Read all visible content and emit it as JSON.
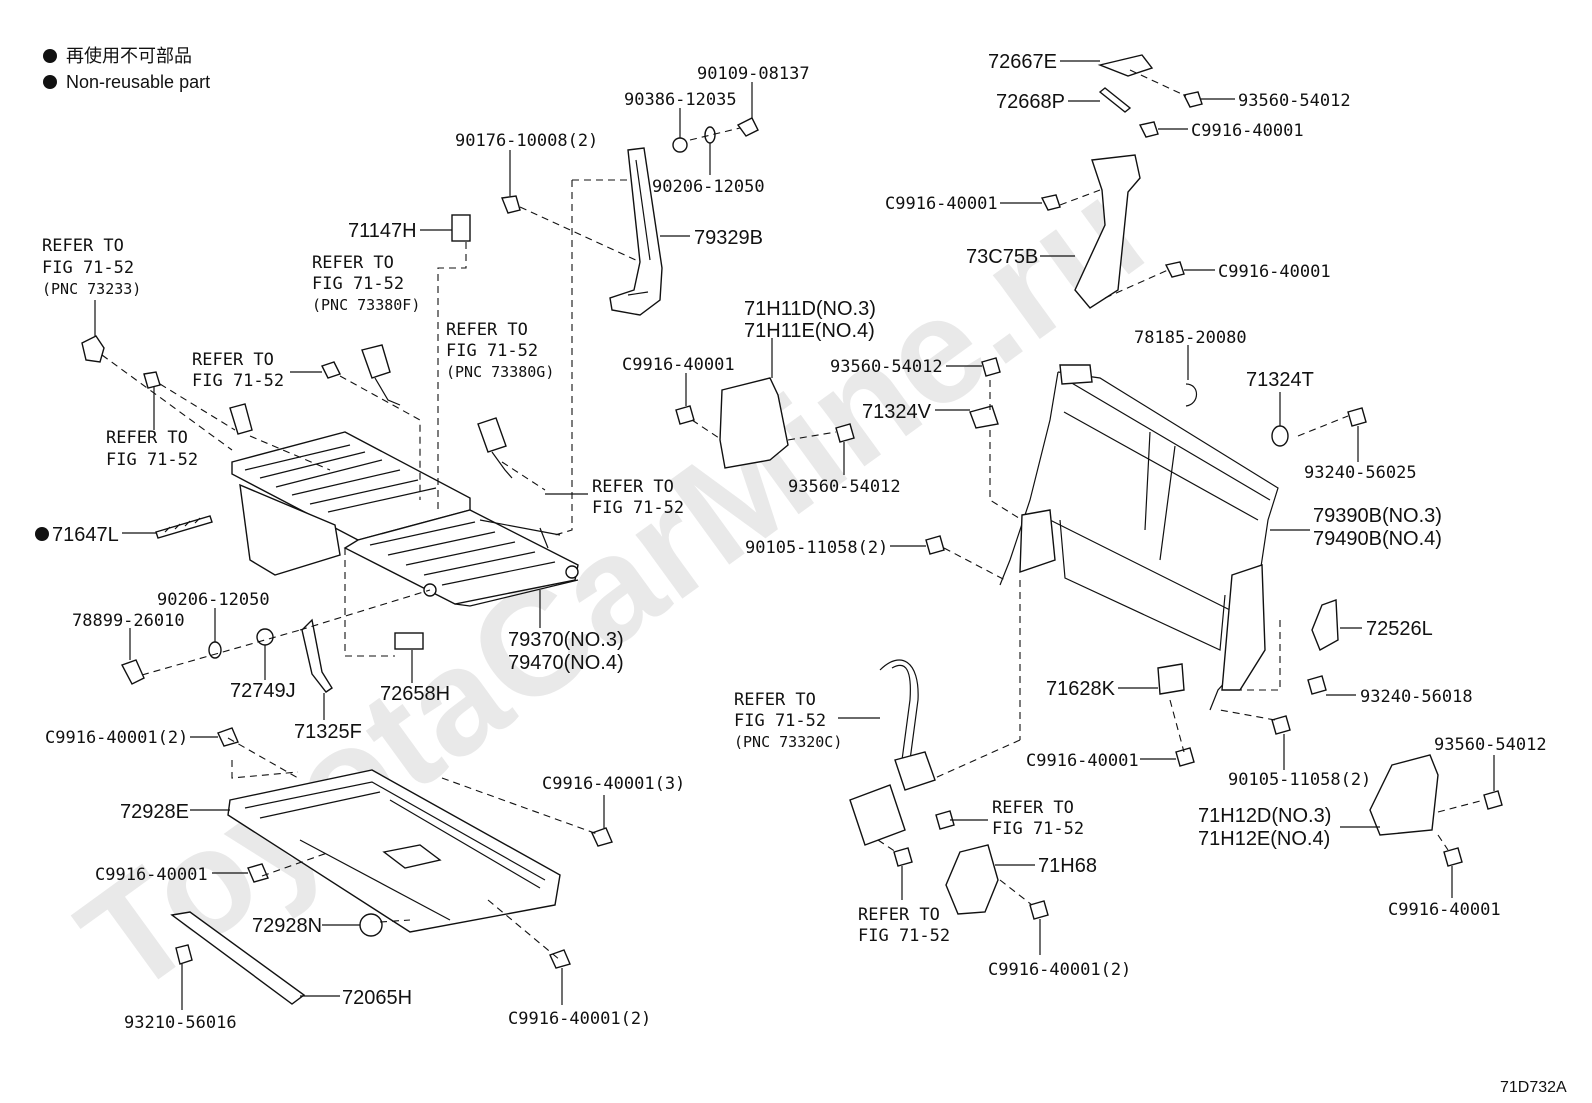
{
  "legend": {
    "japanese": "再使用不可部品",
    "english": "Non-reusable part"
  },
  "watermark": "ToyotaCarMine.ru",
  "figure_id": "71D732A",
  "labels": {
    "p72667E": "72667E",
    "p72668P": "72668P",
    "p93560_54012_top": "93560-54012",
    "pC9916_40001_a": "C9916-40001",
    "pC9916_40001_b": "C9916-40001",
    "p73C75B": "73C75B",
    "pC9916_40001_c": "C9916-40001",
    "p78185_20080": "78185-20080",
    "p71324T": "71324T",
    "p93240_56025": "93240-56025",
    "p79390B": "79390B(NO.3)",
    "p79490B": "79490B(NO.4)",
    "p72526L": "72526L",
    "p93240_56018": "93240-56018",
    "p71628K": "71628K",
    "pC9916_40001_d": "C9916-40001",
    "p90105_11058_right": "90105-11058(2)",
    "p93560_54012_br": "93560-54012",
    "p71H12D": "71H12D(NO.3)",
    "p71H12E": "71H12E(NO.4)",
    "pC9916_40001_br": "C9916-40001",
    "p71H68": "71H68",
    "pC9916_40001_2_bottom": "C9916-40001(2)",
    "p90109_08137": "90109-08137",
    "p90386_12035": "90386-12035",
    "p90206_12050_top": "90206-12050",
    "p90176_10008": "90176-10008(2)",
    "p79329B": "79329B",
    "p71147H": "71147H",
    "p71H11D": "71H11D(NO.3)",
    "p71H11E": "71H11E(NO.4)",
    "pC9916_40001_mid": "C9916-40001",
    "p93560_54012_mid": "93560-54012",
    "p71324V": "71324V",
    "p93560_54012_mid2": "93560-54012",
    "p90105_11058_mid": "90105-11058(2)",
    "p71647L": "71647L",
    "p90206_12050_left": "90206-12050",
    "p78899_26010": "78899-26010",
    "p72749J": "72749J",
    "p71325F": "71325F",
    "p72658H": "72658H",
    "p79370": "79370(NO.3)",
    "p79470": "79470(NO.4)",
    "pC9916_40001_2_left": "C9916-40001(2)",
    "p72928E": "72928E",
    "pC9916_40001_3": "C9916-40001(3)",
    "pC9916_40001_left": "C9916-40001",
    "p72928N": "72928N",
    "p72065H": "72065H",
    "p93210_56016": "93210-56016",
    "pC9916_40001_2_lb": "C9916-40001(2)"
  },
  "refer_to": {
    "r1": {
      "l1": "REFER TO",
      "l2": "FIG 71-52",
      "l3": "(PNC 73233)"
    },
    "r2": {
      "l1": "REFER TO",
      "l2": "FIG 71-52",
      "l3": "(PNC 73380F)"
    },
    "r3": {
      "l1": "REFER TO",
      "l2": "FIG 71-52",
      "l3": "(PNC 73380G)"
    },
    "r4": {
      "l1": "REFER TO",
      "l2": "FIG 71-52"
    },
    "r5": {
      "l1": "REFER TO",
      "l2": "FIG 71-52"
    },
    "r6": {
      "l1": "REFER TO",
      "l2": "FIG 71-52"
    },
    "r7": {
      "l1": "REFER TO",
      "l2": "FIG 71-52",
      "l3": "(PNC 73320C)"
    },
    "r8": {
      "l1": "REFER TO",
      "l2": "FIG 71-52"
    },
    "r9": {
      "l1": "REFER TO",
      "l2": "FIG 71-52"
    }
  }
}
